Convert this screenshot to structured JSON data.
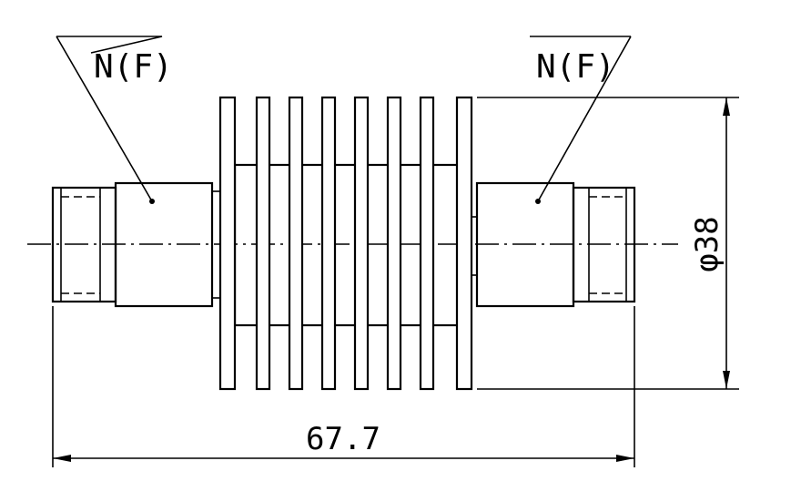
{
  "labels": {
    "left_connector": "N(F)",
    "right_connector": "N(F)"
  },
  "dimensions": {
    "overall_length": "67.7",
    "diameter": "φ38"
  }
}
